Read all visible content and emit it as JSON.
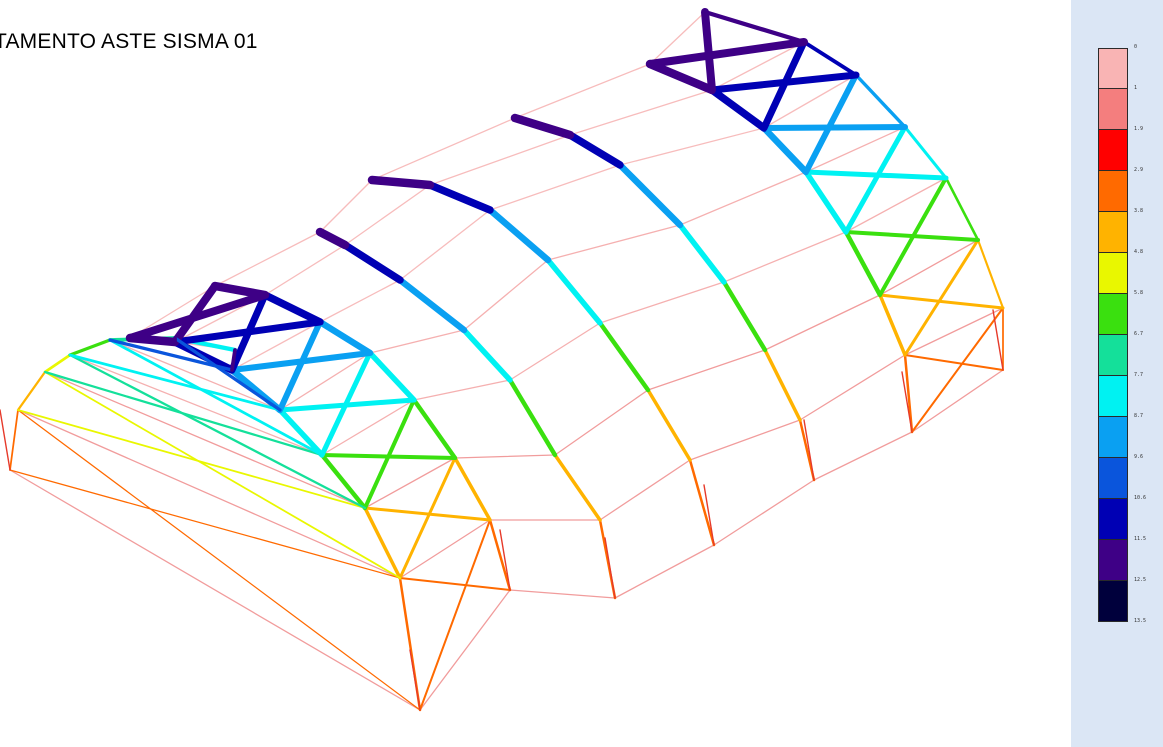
{
  "title": "TAMENTO ASTE SISMA 01",
  "legend": {
    "colors": [
      "#f9b4b4",
      "#f47e7e",
      "#ff0000",
      "#ff6a00",
      "#ffb300",
      "#e9f700",
      "#3ae00f",
      "#14e09a",
      "#00f2f2",
      "#0aa0f2",
      "#0a55dc",
      "#0000b4",
      "#3e0086",
      "#00003c"
    ],
    "ticks": [
      "0",
      "1",
      "1.9",
      "2.9",
      "3.8",
      "4.8",
      "5.8",
      "6.7",
      "7.7",
      "8.7",
      "9.6",
      "10.6",
      "11.5",
      "12.5",
      "13.5"
    ]
  }
}
